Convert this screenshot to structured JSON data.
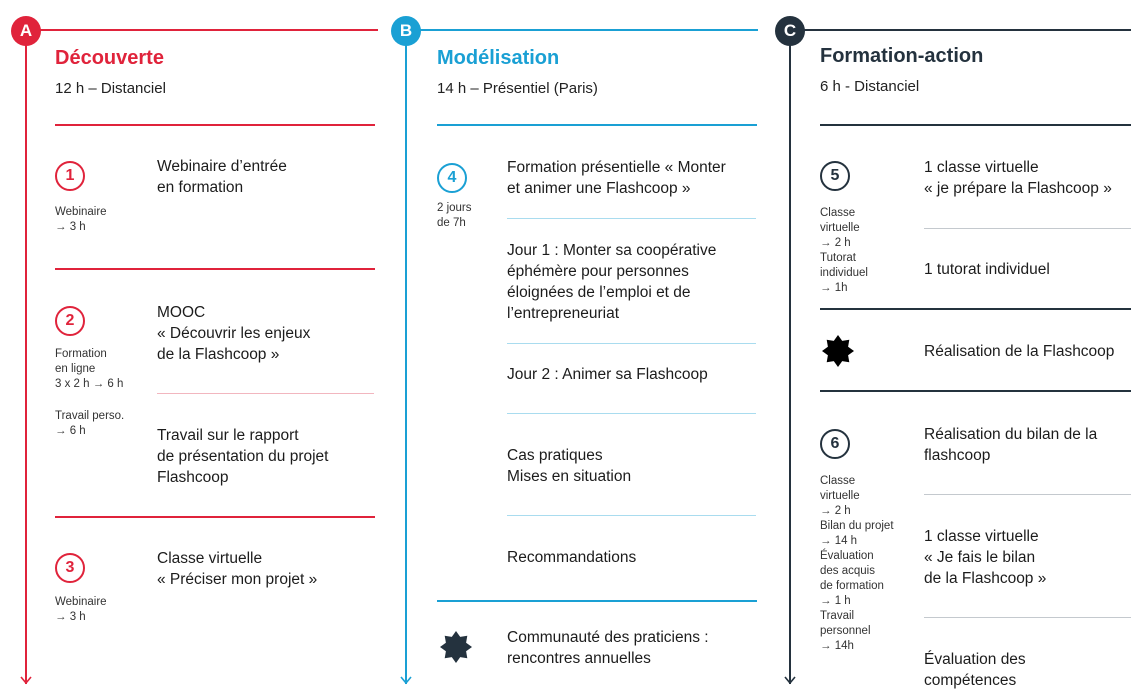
{
  "colors": {
    "a": "#e0233b",
    "b": "#1aa0d4",
    "c": "#24323e",
    "light_a": "#f2b6bf",
    "light_b": "#a9dcef",
    "light_c": "#c4c9ce"
  },
  "columns": [
    {
      "badge": "A",
      "title": "Découverte",
      "subtitle": "12 h – Distanciel",
      "blocks": [
        {
          "num": "1",
          "meta": "Webinaire\n→ 3 h",
          "text": "Webinaire d’entrée\nen formation"
        },
        {
          "num": "2",
          "meta": "Formation\nen ligne\n3 x 2 h → 6 h",
          "text": "MOOC\n« Découvrir les enjeux\nde la Flashcoop »"
        },
        {
          "meta": "Travail perso.\n→ 6 h",
          "text": "Travail sur le rapport\nde présentation du projet\nFlashcoop"
        },
        {
          "num": "3",
          "meta": "Webinaire\n→ 3 h",
          "text": "Classe virtuelle\n « Préciser mon projet »"
        }
      ]
    },
    {
      "badge": "B",
      "title": "Modélisation",
      "subtitle": "14 h – Présentiel (Paris)",
      "blocks": [
        {
          "num": "4",
          "meta": "2 jours\nde 7h",
          "text": "Formation présentielle « Monter\net animer une Flashcoop »"
        },
        {
          "text": "Jour 1 : Monter sa coopérative\néphémère pour personnes\néloignées de l’emploi et de\nl’entrepreneuriat"
        },
        {
          "text": "Jour 2 : Animer sa Flashcoop"
        },
        {
          "text": "Cas pratiques\nMises en situation"
        },
        {
          "text": "Recommandations"
        },
        {
          "text": "Communauté des praticiens :\nrencontres annuelles"
        }
      ]
    },
    {
      "badge": "C",
      "title": "Formation-action",
      "subtitle": "6 h - Distanciel",
      "blocks": [
        {
          "num": "5",
          "meta": "Classe\nvirtuelle\n→ 2 h\nTutorat\nindividuel\n→ 1h",
          "text": "1 classe virtuelle\n « je prépare la Flashcoop »"
        },
        {
          "text": "1 tutorat individuel"
        },
        {
          "text": "Réalisation de la Flashcoop"
        },
        {
          "num": "6",
          "meta": "Classe\nvirtuelle\n→ 2 h\nBilan du projet\n→ 14 h\nÉvaluation\ndes acquis\nde formation\n→ 1 h\nTravail\npersonnel\n→ 14h",
          "text": "Réalisation du bilan de la\nflashcoop"
        },
        {
          "text": "1 classe virtuelle\n« Je fais le bilan\nde la Flashcoop »"
        },
        {
          "text": "Évaluation des\ncompétences"
        }
      ]
    }
  ]
}
